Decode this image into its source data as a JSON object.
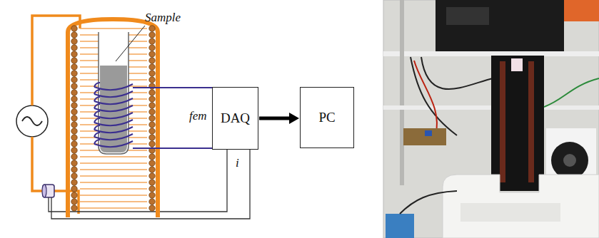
{
  "diagram": {
    "nodes": [
      {
        "text": [
          "DAQ"
        ]
      },
      {
        "text": [
          "PC"
        ]
      }
    ],
    "edges": [
      {
        "from": 0,
        "to": 1,
        "arrow": "to"
      }
    ],
    "labels": [
      "Sample",
      "fem",
      "i"
    ]
  }
}
